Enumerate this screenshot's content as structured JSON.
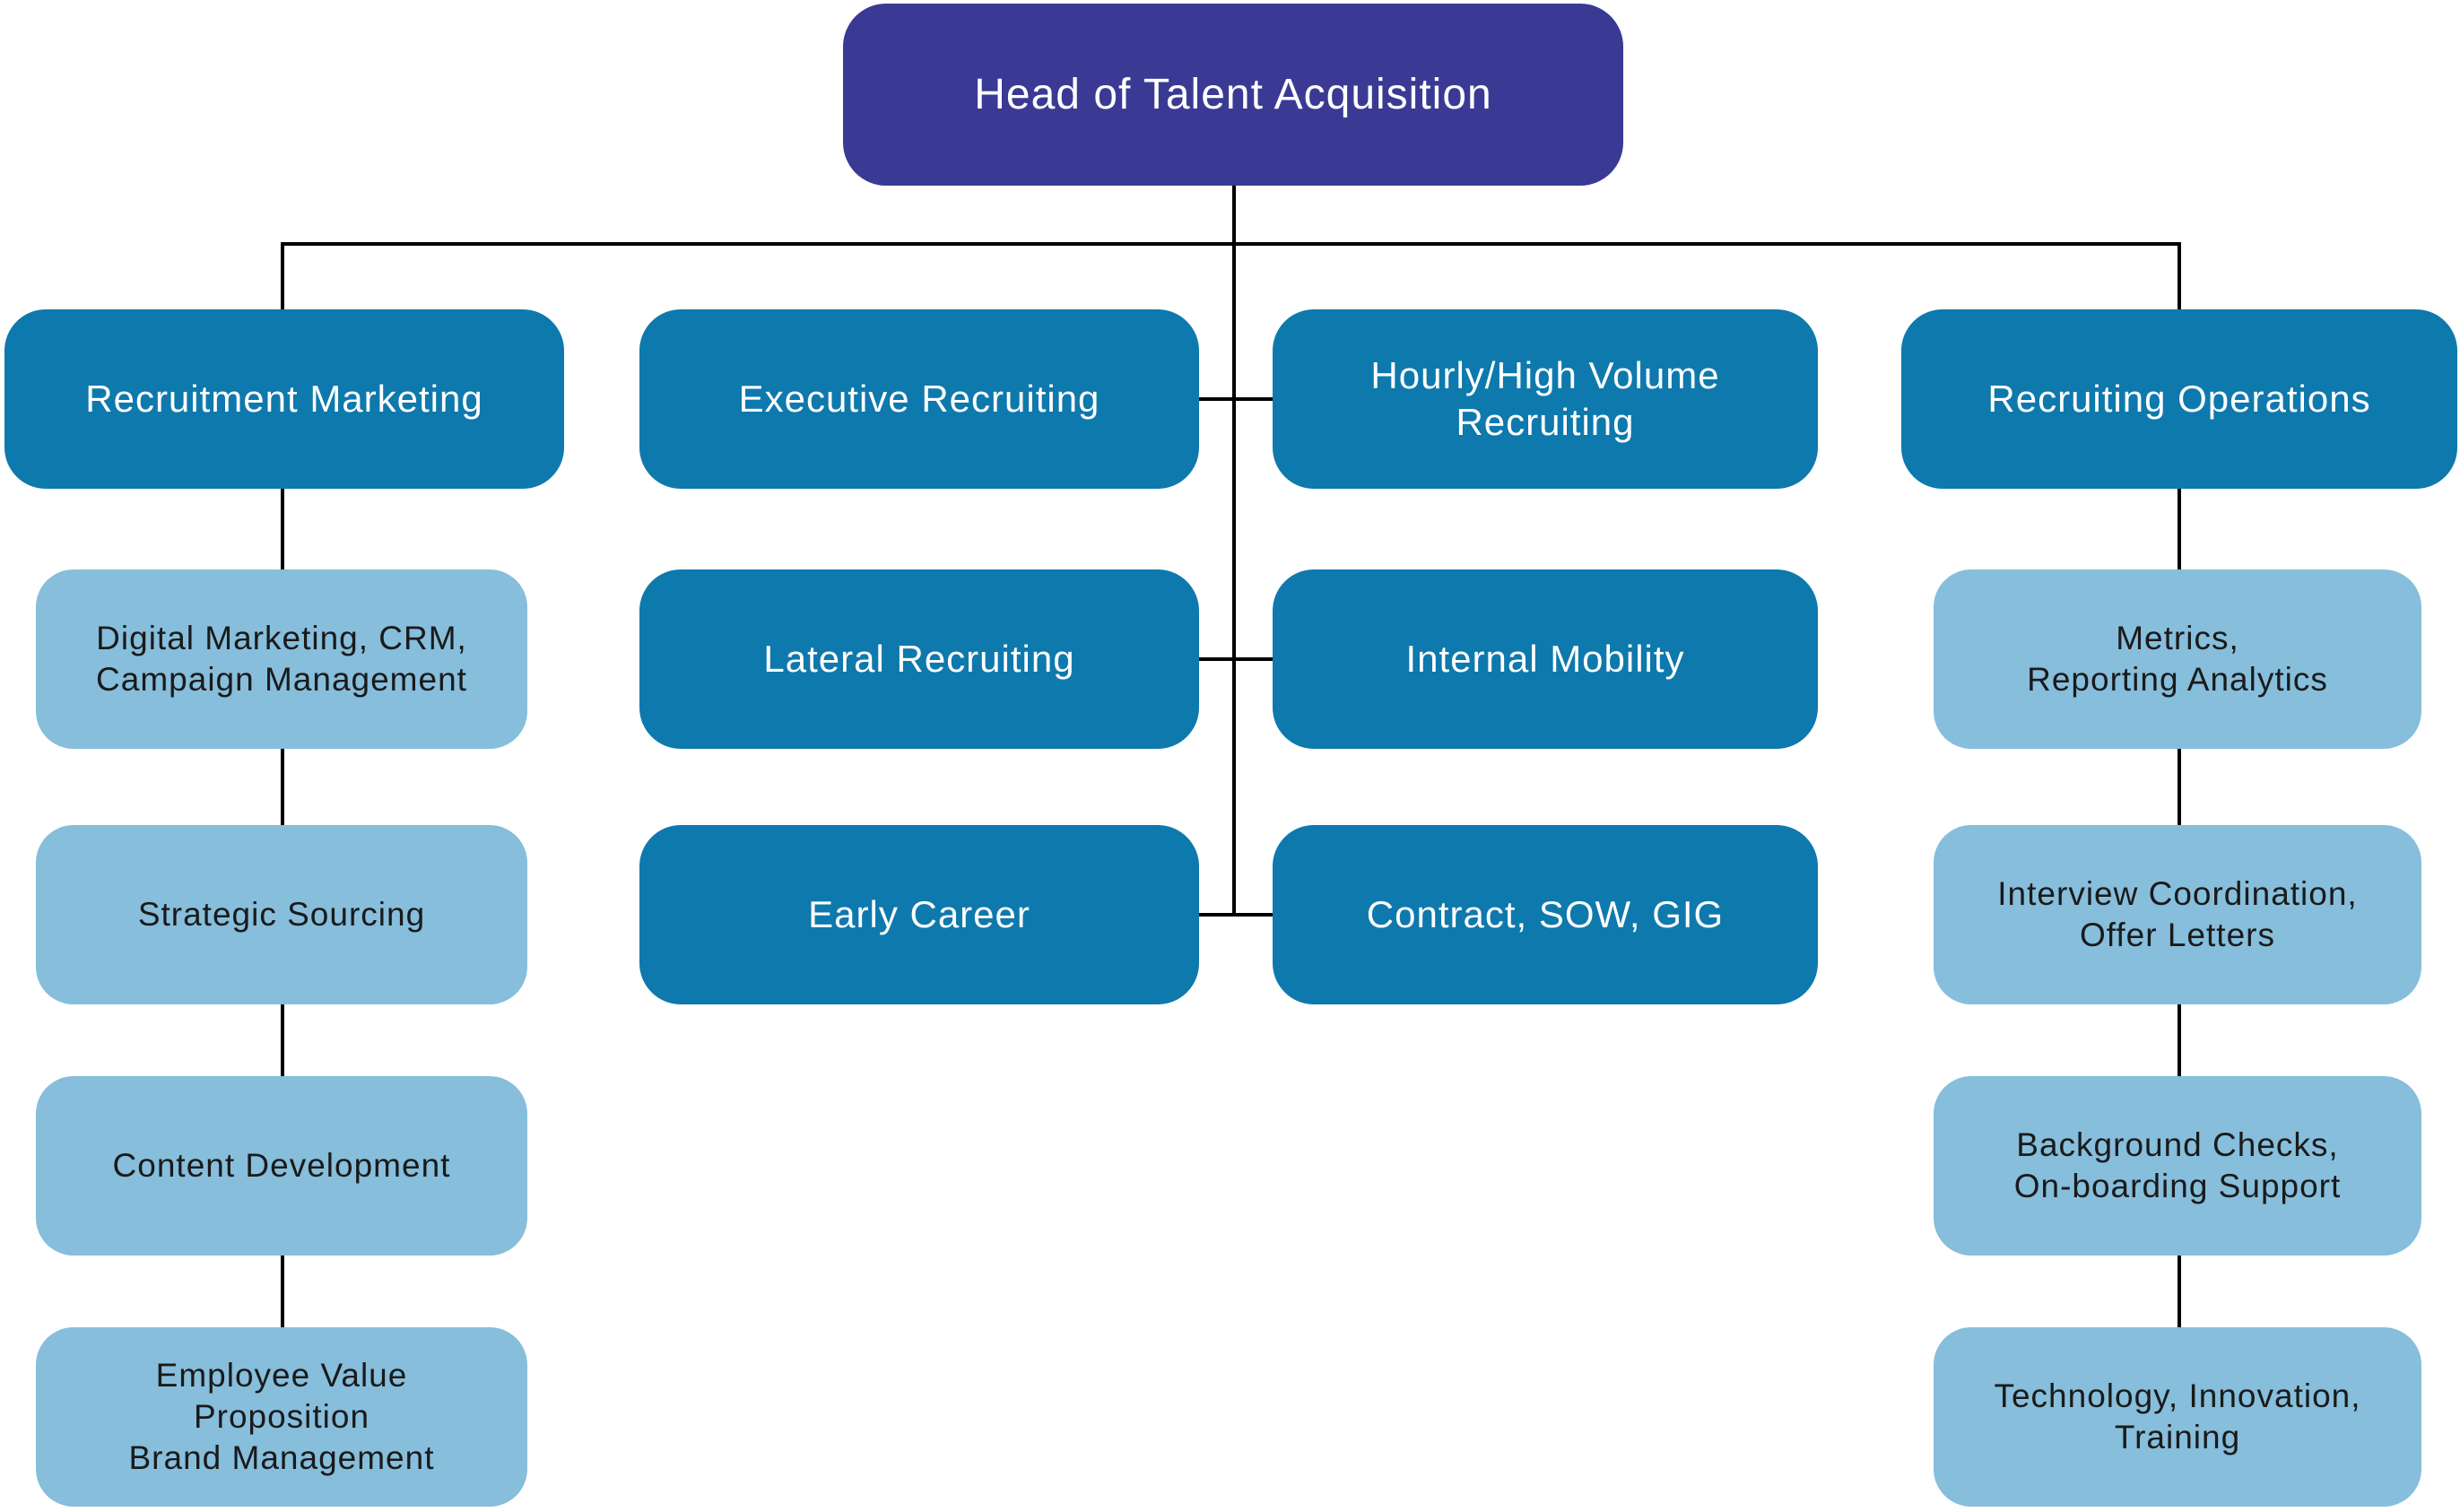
{
  "org": {
    "root": "Head of Talent Acquisition",
    "columns": [
      {
        "head": "Recruitment Marketing",
        "children": [
          "Digital Marketing, CRM,\nCampaign Management",
          "Strategic Sourcing",
          "Content Development",
          "Employee Value\nProposition\nBrand Management"
        ]
      },
      {
        "head": "Executive Recruiting",
        "children": [
          "Lateral Recruiting",
          "Early Career"
        ]
      },
      {
        "head": "Hourly/High Volume\nRecruiting",
        "children": [
          "Internal Mobility",
          "Contract, SOW, GIG"
        ]
      },
      {
        "head": "Recruiting Operations",
        "children": [
          "Metrics,\nReporting Analytics",
          "Interview Coordination,\nOffer Letters",
          "Background Checks,\nOn-boarding Support",
          "Technology, Innovation,\nTraining"
        ]
      }
    ]
  },
  "colors": {
    "page_bg": "#FFFFFF",
    "root_bg": "#3A3A95",
    "root_text": "#FFFFFF",
    "branch_bg": "#0E79AD",
    "branch_text": "#FFFFFF",
    "leaf_bg": "#86BEDC",
    "leaf_text": "#1A1A1A",
    "line": "#000000"
  }
}
